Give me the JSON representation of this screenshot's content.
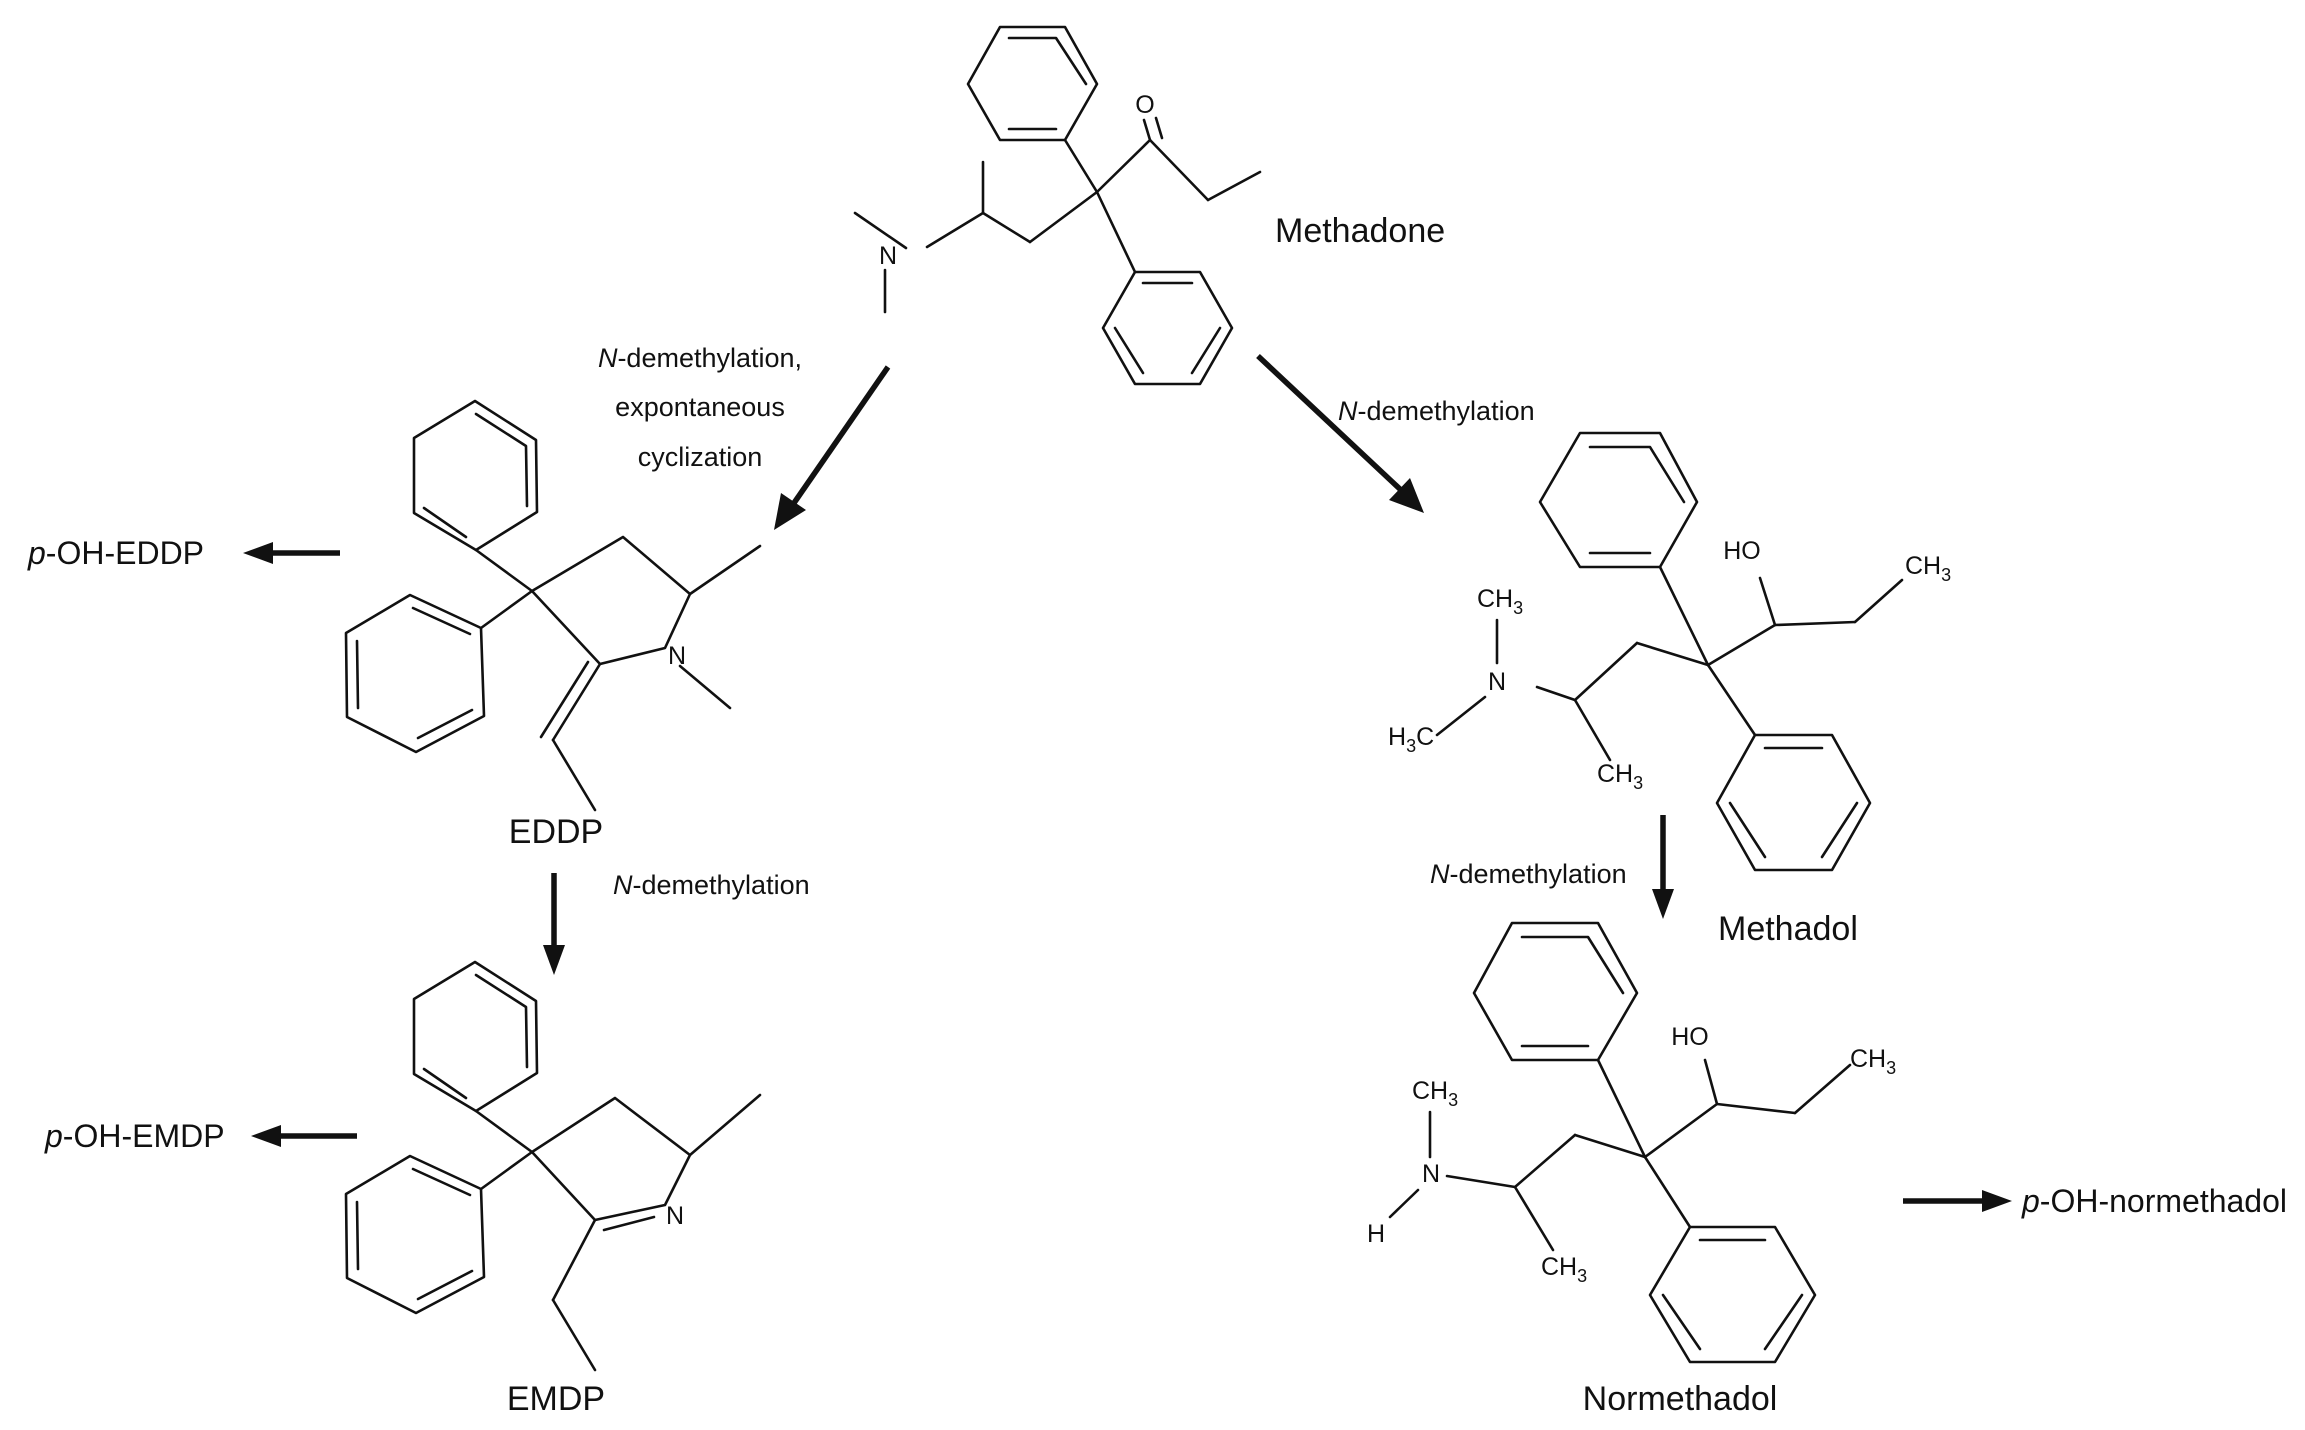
{
  "compounds": {
    "methadone": {
      "name": "Methadone",
      "carbonyl_o": "O",
      "amine_n": "N"
    },
    "eddp": {
      "name": "EDDP",
      "ring_n": "N"
    },
    "emdp": {
      "name": "EMDP",
      "ring_n": "N"
    },
    "methadol": {
      "name": "Methadol",
      "oh": "HO",
      "amine_n": "N",
      "ch": "CH",
      "h3c": "H",
      "c": "C",
      "three": "3"
    },
    "normethadol": {
      "name": "Normethadol",
      "oh": "HO",
      "amine_n": "N",
      "amine_h": "H",
      "ch": "CH",
      "three": "3"
    }
  },
  "reactions": {
    "methadone_to_eddp": {
      "italic": "N",
      "line1": "-demethylation,",
      "line2": "expontaneous",
      "line3": "cyclization"
    },
    "methadone_to_methadol": {
      "italic": "N",
      "rest": "-demethylation"
    },
    "eddp_to_emdp": {
      "italic": "N",
      "rest": "-demethylation"
    },
    "methadol_to_normethadol": {
      "italic": "N",
      "rest": "-demethylation"
    }
  },
  "products": {
    "p_oh_eddp": {
      "italic": "p",
      "rest": "-OH-EDDP"
    },
    "p_oh_emdp": {
      "italic": "p",
      "rest": "-OH-EMDP"
    },
    "p_oh_normethadol": {
      "italic": "p",
      "rest": "-OH-normethadol"
    }
  }
}
